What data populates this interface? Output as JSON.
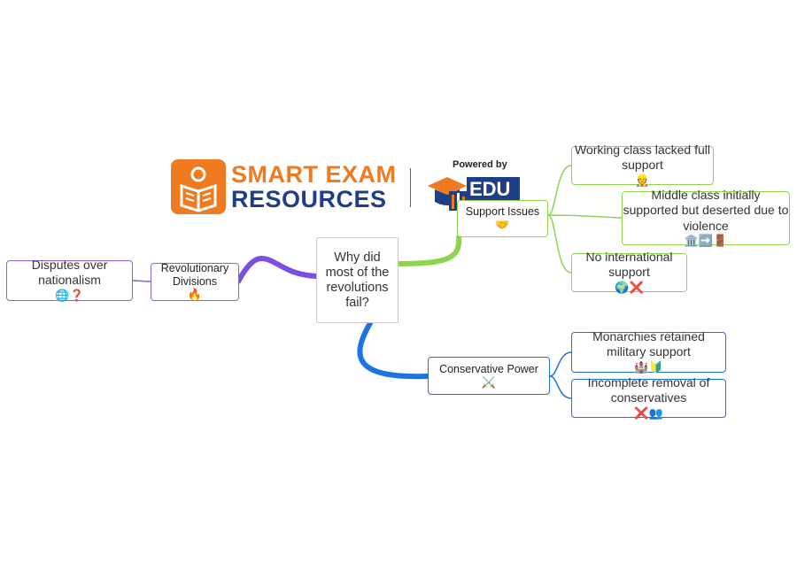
{
  "logo": {
    "line1": "SMART EXAM",
    "line2": "RESOURCES",
    "powered_by": "Powered by",
    "edu_text": "EDU",
    "colors": {
      "orange": "#f07a1f",
      "navy": "#1e3f87"
    }
  },
  "center": {
    "text": "Why did most of the revolutions fail?"
  },
  "branches": {
    "support": {
      "label": "Support Issues",
      "icon": "🤝",
      "color": "#8fd44e",
      "children": [
        {
          "text": "Working class lacked full support",
          "icons": "👷"
        },
        {
          "text": "Middle class initially supported but deserted due to violence",
          "icons": "🏛️➡️🚪"
        },
        {
          "text": "No international support",
          "icons": "🌍❌"
        }
      ]
    },
    "divisions": {
      "label": "Revolutionary Divisions",
      "icon": "🔥",
      "color": "#8a5fe0",
      "children": [
        {
          "text": "Disputes over nationalism",
          "icons": "🌐❓"
        }
      ]
    },
    "conservative": {
      "label": "Conservative Power",
      "icon": "⚔️",
      "color": "#1b74e0",
      "children": [
        {
          "text": "Monarchies retained military support",
          "icons": "🏰🔰"
        },
        {
          "text": "Incomplete removal of conservatives",
          "icons": "❌👥"
        }
      ]
    }
  }
}
